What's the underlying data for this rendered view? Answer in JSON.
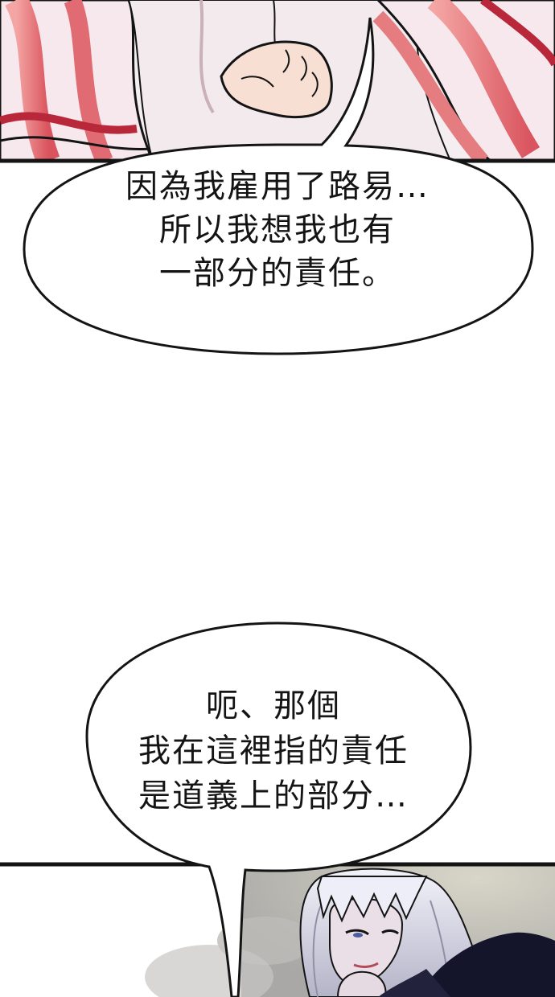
{
  "panels": {
    "top": {
      "bubble_lines": [
        "因為我雇用了路易…",
        "所以我想我也有",
        "一部分的責任。"
      ]
    },
    "bottom": {
      "bubble_lines": [
        "呃、那個",
        "我在這裡指的責任",
        "是道義上的部分…"
      ]
    }
  },
  "colors": {
    "outline": "#141414",
    "skin": "#f6dcd0",
    "cloak_pink": "#e47c80",
    "cloak_dark": "#b8283a",
    "hair": "#dcdcec",
    "coat": "#14142a",
    "sky": "#c8c4c0"
  }
}
